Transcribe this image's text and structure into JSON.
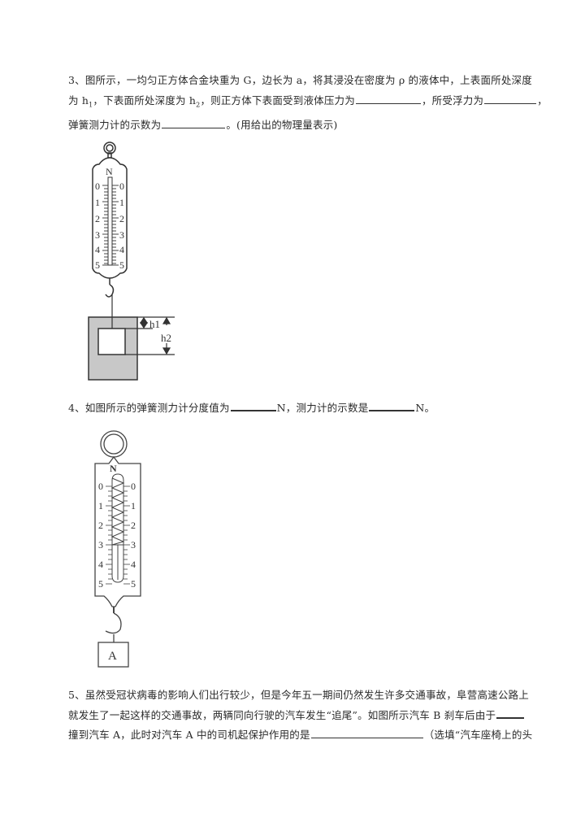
{
  "q3": {
    "number": "3、",
    "line1": "图所示，一均匀正方体合金块重为 G，边长为 a，将其浸没在密度为 ρ 的液体中，上表面所处深度",
    "line2_a": "为 h",
    "line2_sub1": "1",
    "line2_b": "，下表面所处深度为 h",
    "line2_sub2": "2",
    "line2_c": "，则正方体下表面受到液体压力为",
    "line2_d": "，所受浮力为",
    "line2_e": "，",
    "line3_a": "弹簧测力计的示数为",
    "line3_b": "。(用给出的物理量表示)",
    "figure": {
      "unit_label": "N",
      "scale_left": [
        "0",
        "1",
        "2",
        "3",
        "4",
        "5"
      ],
      "scale_right": [
        "0",
        "1",
        "2",
        "3",
        "4",
        "5"
      ],
      "h1_label": "h1",
      "h2_label": "h2"
    }
  },
  "q4": {
    "number": "4、",
    "text_a": "如图所示的弹簧测力计分度值为",
    "text_b": "N，测力计的示数是",
    "text_c": "N。",
    "figure": {
      "unit_label": "N",
      "scale_left": [
        "0",
        "1",
        "2",
        "3",
        "4",
        "5"
      ],
      "scale_right": [
        "0",
        "1",
        "2",
        "3",
        "4",
        "5"
      ],
      "block_label": "A"
    }
  },
  "q5": {
    "number": "5、",
    "line1": "虽然受冠状病毒的影响人们出行较少，但是今年五一期间仍然发生许多交通事故，阜营高速公路上",
    "line2_a": "就发生了一起这样的交通事故，两辆同向行驶的汽车发生“追尾”。如图所示汽车 B 刹车后由于",
    "line3_a": "撞到汽车 A，此时对汽车 A 中的司机起保护作用的是",
    "line3_b": "（选填“汽车座椅上的头"
  }
}
